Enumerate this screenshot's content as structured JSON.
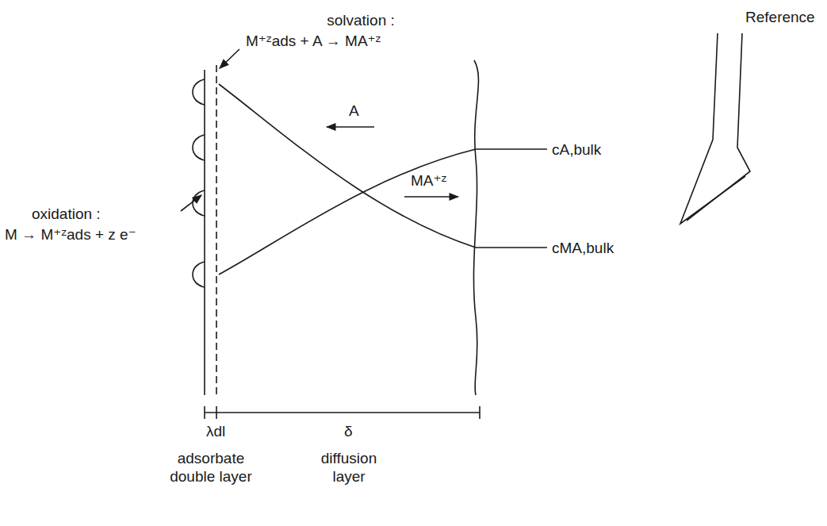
{
  "diagram": {
    "labels": [
      "solvation :",
      "M⁺ᶻads + A → MA⁺ᶻ",
      "Reference",
      "oxidation :",
      "M → M⁺ᶻads + z e⁻",
      "A",
      "MA⁺ᶻ",
      "cA,bulk",
      "cMA,bulk",
      "λdl",
      "δ",
      "adsorbate double layer",
      "diffusion layer"
    ]
  }
}
